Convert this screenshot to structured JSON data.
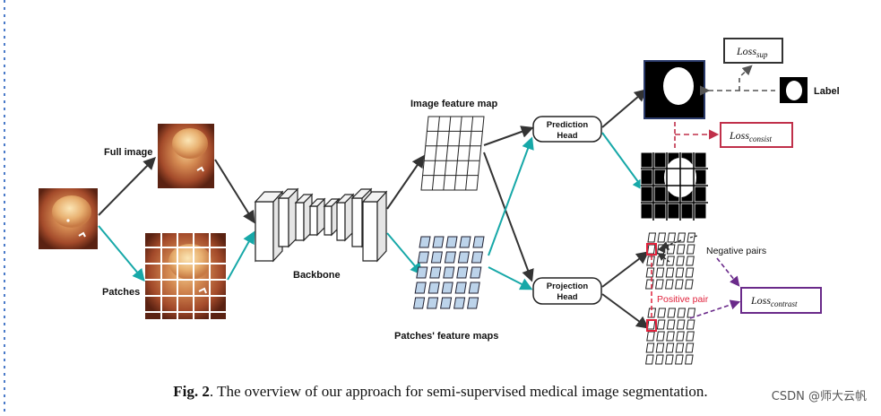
{
  "labels": {
    "full_image": "Full image",
    "patches": "Patches",
    "backbone": "Backbone",
    "image_feature_map": "Image feature map",
    "patches_feature_maps": "Patches' feature maps",
    "prediction_head_line1": "Prediction",
    "prediction_head_line2": "Head",
    "projection_head_line1": "Projection",
    "projection_head_line2": "Head",
    "label": "Label",
    "negative_pairs": "Negative pairs",
    "positive_pair": "Positive pair"
  },
  "losses": {
    "sup_base": "Loss",
    "sup_sub": "sup",
    "consist_base": "Loss",
    "consist_sub": "consist",
    "contrast_base": "Loss",
    "contrast_sub": "contrast"
  },
  "caption": {
    "fig": "Fig. 2",
    "text": ". The overview of our approach for semi-supervised medical image segmentation."
  },
  "watermark": "CSDN @师大云帆",
  "colors": {
    "teal_arrow": "#17a8a8",
    "dark_arrow": "#333333",
    "consist_dashed": "#c0304a",
    "contrast_dashed": "#6a2a8a",
    "sup_dashed": "#555555",
    "loss_sup_border": "#333333",
    "loss_consist_border": "#c0304a",
    "loss_contrast_border": "#6a2a8a",
    "patch_fill": "#bcd3ea",
    "positive_red": "#e0213b"
  }
}
